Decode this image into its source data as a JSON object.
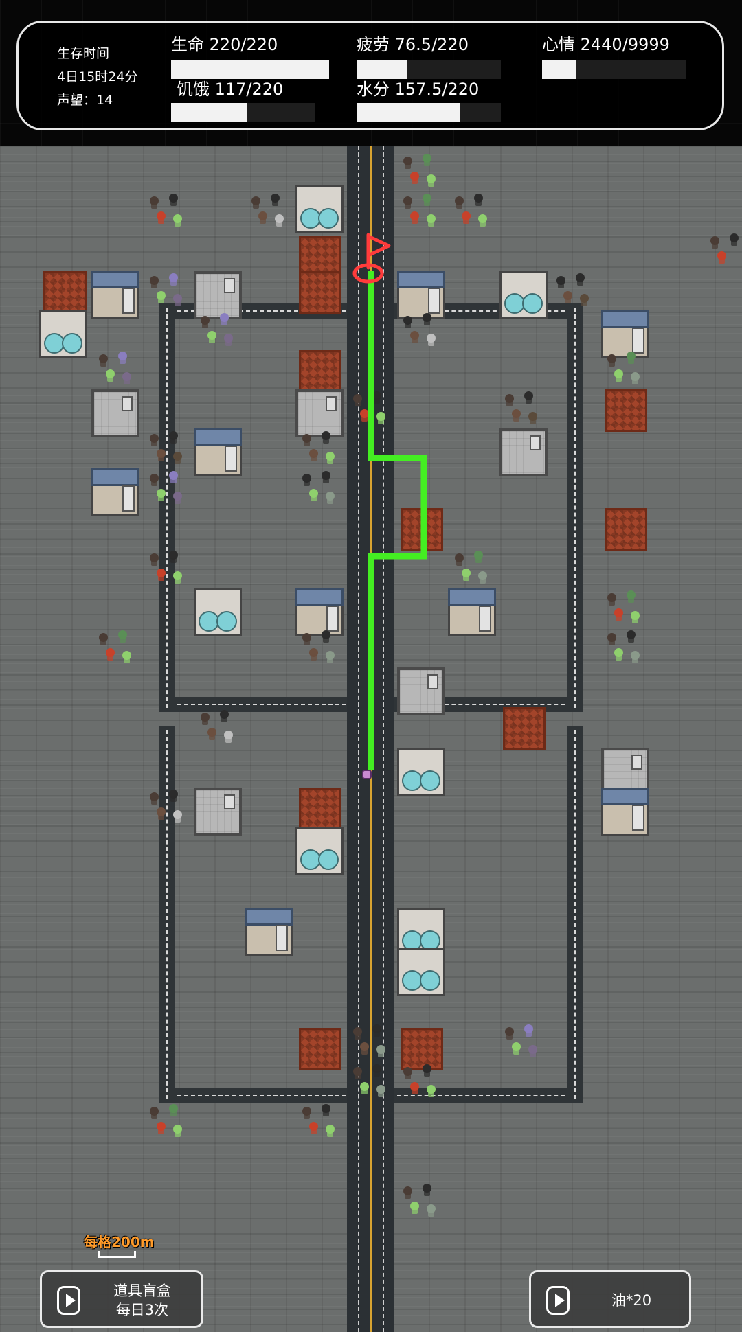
{
  "hud": {
    "survival_label": "生存时间",
    "survival_time": "4日15时24分",
    "reputation": "声望：14",
    "stats": [
      {
        "label": "生命 220/220",
        "fraction": 1.0
      },
      {
        "label": "疲劳 76.5/220",
        "fraction": 0.35
      },
      {
        "label": "心情 2440/9999",
        "fraction": 0.24
      },
      {
        "label": "饥饿 117/220",
        "fraction": 0.53
      },
      {
        "label": "水分 157.5/220",
        "fraction": 0.72
      }
    ]
  },
  "map": {
    "scale_label": "每格200m",
    "route_color": "#44ee22",
    "flag_color": "#ff3b3b"
  },
  "buttons": {
    "blind_box_line1": "道具盲盒",
    "blind_box_line2": "每日3次",
    "oil": "油*20"
  }
}
